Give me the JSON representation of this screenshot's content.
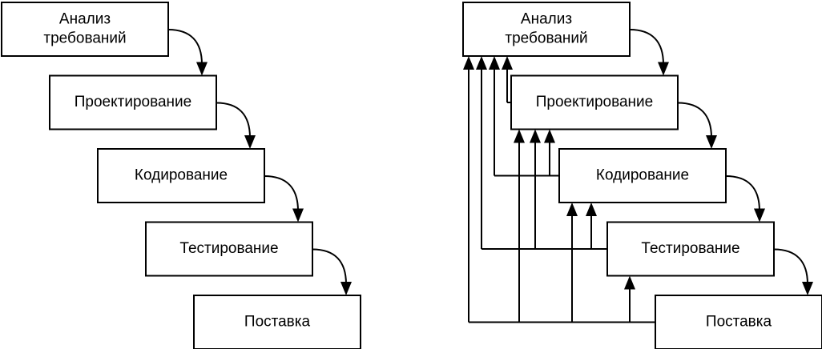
{
  "diagrams": [
    {
      "name": "waterfall-model",
      "stages": [
        {
          "id": "analysis",
          "lines": [
            "Анализ",
            "требований"
          ]
        },
        {
          "id": "design",
          "lines": [
            "Проектирование"
          ]
        },
        {
          "id": "coding",
          "lines": [
            "Кодирование"
          ]
        },
        {
          "id": "testing",
          "lines": [
            "Тестирование"
          ]
        },
        {
          "id": "delivery",
          "lines": [
            "Поставка"
          ]
        }
      ],
      "forward_edges": [
        [
          "analysis",
          "design"
        ],
        [
          "design",
          "coding"
        ],
        [
          "coding",
          "testing"
        ],
        [
          "testing",
          "delivery"
        ]
      ],
      "feedback_edges": []
    },
    {
      "name": "waterfall-with-feedback",
      "stages": [
        {
          "id": "analysis",
          "lines": [
            "Анализ",
            "требований"
          ]
        },
        {
          "id": "design",
          "lines": [
            "Проектирование"
          ]
        },
        {
          "id": "coding",
          "lines": [
            "Кодирование"
          ]
        },
        {
          "id": "testing",
          "lines": [
            "Тестирование"
          ]
        },
        {
          "id": "delivery",
          "lines": [
            "Поставка"
          ]
        }
      ],
      "forward_edges": [
        [
          "analysis",
          "design"
        ],
        [
          "design",
          "coding"
        ],
        [
          "coding",
          "testing"
        ],
        [
          "testing",
          "delivery"
        ]
      ],
      "feedback_edges": [
        {
          "from": "design",
          "to": [
            "analysis"
          ]
        },
        {
          "from": "coding",
          "to": [
            "analysis",
            "design"
          ]
        },
        {
          "from": "testing",
          "to": [
            "analysis",
            "design",
            "coding"
          ]
        },
        {
          "from": "delivery",
          "to": [
            "analysis",
            "design",
            "coding",
            "testing"
          ]
        }
      ]
    }
  ],
  "colors": {
    "stroke": "#000000",
    "fill": "#ffffff",
    "text": "#000000"
  }
}
